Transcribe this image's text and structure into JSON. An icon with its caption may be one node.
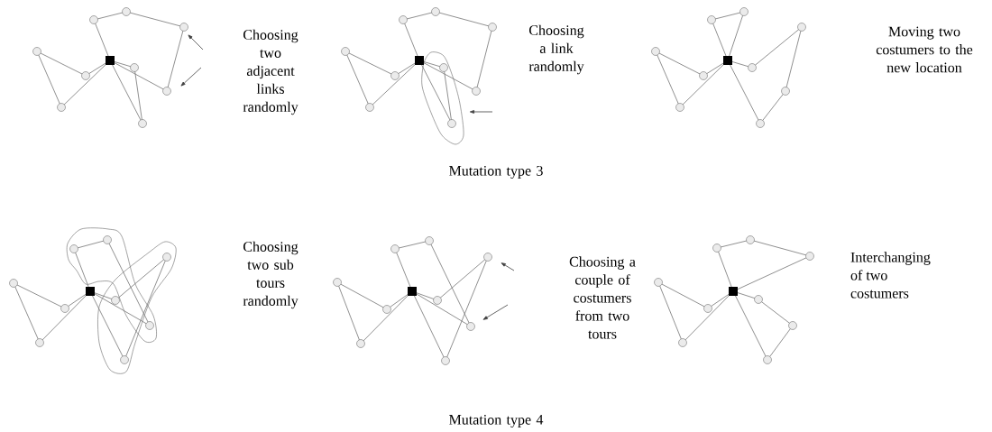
{
  "diagram": {
    "labels": [
      "Choosing two adjacent links randomly",
      "Choosing a link randomly",
      "Moving two costumers to the new location",
      "Mutation type 3",
      "Choosing two sub tours randomly",
      "Choosing a couple of costumers from two tours",
      "Interchanging of two costumers",
      "Mutation type 4"
    ]
  }
}
